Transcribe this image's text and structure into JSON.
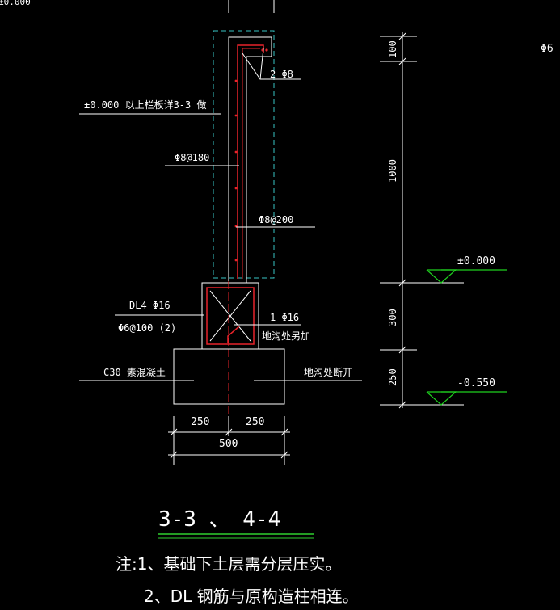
{
  "colors": {
    "background": "#000000",
    "line": "#ffffff",
    "rebar": "#e8232a",
    "formwork_dashed": "#37c3c3",
    "level_mark": "#1fd11f",
    "title_underline": "#2fcf2f"
  },
  "drawing": {
    "top_left_fragment": "±0.000",
    "top_right_fragment": "Φ6",
    "labels": {
      "parapet_note": "±0.000   以上栏板详3-3  做",
      "top_bar": "2 Φ8",
      "stirrup_vertical": "Φ8@180",
      "horizontal_bar": "Φ8@200",
      "beam_name": "DL4   Φ16",
      "beam_stirrup": "Φ6@100  (2)",
      "extra_bar": "1 Φ16",
      "extra_bar_note": "地沟处另加",
      "concrete": "C30  素混凝土",
      "trench_note": "地沟处断开"
    },
    "dims_horizontal": [
      "250",
      "250",
      "500"
    ],
    "dims_vertical": [
      "100",
      "1000",
      "300",
      "250"
    ],
    "levels": [
      "±0.000",
      "-0.550"
    ]
  },
  "title": {
    "section_name": "3-3  、  4-4"
  },
  "notes": {
    "line1": "注:1、基础下土层需分层压实。",
    "line2": "2、DL 钢筋与原构造柱相连。"
  }
}
